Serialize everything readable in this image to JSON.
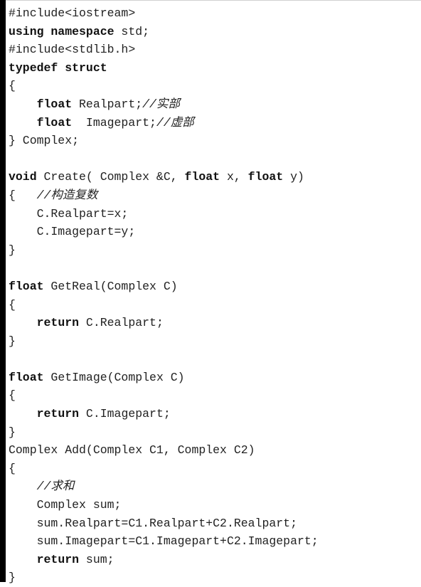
{
  "editor": {
    "lines": [
      [
        {
          "t": "#include<iostream>"
        }
      ],
      [
        {
          "t": "using namespace",
          "k": 1
        },
        {
          "t": " std;"
        }
      ],
      [
        {
          "t": "#include<stdlib.h>"
        }
      ],
      [
        {
          "t": "typedef struct",
          "k": 1
        }
      ],
      [
        {
          "t": "{"
        }
      ],
      [
        {
          "t": "    "
        },
        {
          "t": "float",
          "k": 1
        },
        {
          "t": " Realpart;"
        },
        {
          "t": "//实部",
          "c": 1
        }
      ],
      [
        {
          "t": "    "
        },
        {
          "t": "float",
          "k": 1
        },
        {
          "t": "  Imagepart;"
        },
        {
          "t": "//虚部",
          "c": 1
        }
      ],
      [
        {
          "t": "} Complex;"
        }
      ],
      [
        {
          "t": ""
        }
      ],
      [
        {
          "t": "void",
          "k": 1
        },
        {
          "t": " Create( Complex &C, "
        },
        {
          "t": "float",
          "k": 1
        },
        {
          "t": " x, "
        },
        {
          "t": "float",
          "k": 1
        },
        {
          "t": " y)"
        }
      ],
      [
        {
          "t": "{   "
        },
        {
          "t": "//构造复数",
          "c": 1
        }
      ],
      [
        {
          "t": "    C.Realpart=x;"
        }
      ],
      [
        {
          "t": "    C.Imagepart=y;"
        }
      ],
      [
        {
          "t": "}"
        }
      ],
      [
        {
          "t": ""
        }
      ],
      [
        {
          "t": "float",
          "k": 1
        },
        {
          "t": " GetReal(Complex C)"
        }
      ],
      [
        {
          "t": "{"
        }
      ],
      [
        {
          "t": "    "
        },
        {
          "t": "return",
          "k": 1
        },
        {
          "t": " C.Realpart;"
        }
      ],
      [
        {
          "t": "}"
        }
      ],
      [
        {
          "t": ""
        }
      ],
      [
        {
          "t": "float",
          "k": 1
        },
        {
          "t": " GetImage(Complex C)"
        }
      ],
      [
        {
          "t": "{"
        }
      ],
      [
        {
          "t": "    "
        },
        {
          "t": "return",
          "k": 1
        },
        {
          "t": " C.Imagepart;"
        }
      ],
      [
        {
          "t": "}"
        }
      ],
      [
        {
          "t": "Complex Add(Complex C1, Complex C2)"
        }
      ],
      [
        {
          "t": "{"
        }
      ],
      [
        {
          "t": "    "
        },
        {
          "t": "//求和",
          "c": 1
        }
      ],
      [
        {
          "t": "    Complex sum;"
        }
      ],
      [
        {
          "t": "    sum.Realpart=C1.Realpart+C2.Realpart;"
        }
      ],
      [
        {
          "t": "    sum.Imagepart=C1.Imagepart+C2.Imagepart;"
        }
      ],
      [
        {
          "t": "    "
        },
        {
          "t": "return",
          "k": 1
        },
        {
          "t": " sum;"
        }
      ],
      [
        {
          "t": "}"
        }
      ]
    ]
  }
}
